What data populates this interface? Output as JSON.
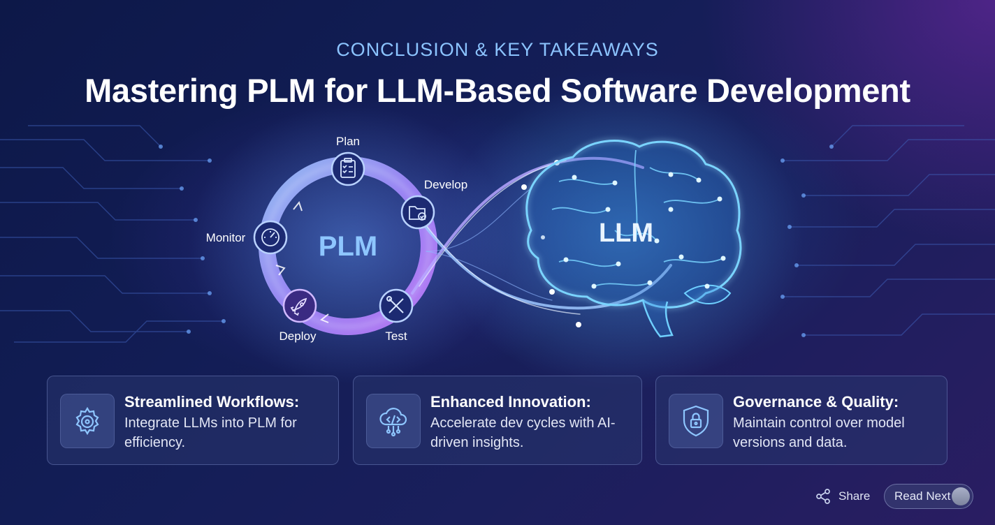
{
  "header": {
    "kicker": "CONCLUSION & KEY TAKEAWAYS",
    "title": "Mastering PLM for LLM-Based Software Development"
  },
  "diagram": {
    "left_loop_label": "PLM",
    "right_loop_label": "LLM",
    "stages": [
      {
        "label": "Plan",
        "icon": "clipboard-checklist-icon"
      },
      {
        "label": "Develop",
        "icon": "folder-check-icon"
      },
      {
        "label": "Test",
        "icon": "tools-icon"
      },
      {
        "label": "Deploy",
        "icon": "rocket-icon"
      },
      {
        "label": "Monitor",
        "icon": "gauge-icon"
      }
    ]
  },
  "cards": [
    {
      "title": "Streamlined Workflows:",
      "body": "Integrate LLMs into PLM for efficiency.",
      "icon": "gear-icon"
    },
    {
      "title": "Enhanced Innovation:",
      "body": "Accelerate dev cycles with AI-driven insights.",
      "icon": "cloud-code-icon"
    },
    {
      "title": "Governance & Quality:",
      "body": "Maintain control over model versions and data.",
      "icon": "shield-lock-icon"
    }
  ],
  "footer": {
    "share_label": "Share",
    "read_next_label": "Read Next"
  },
  "colors": {
    "accent_blue": "#8cc4ff",
    "loop_purple": "#a48cff",
    "brain_cyan": "#4fc3ff"
  }
}
